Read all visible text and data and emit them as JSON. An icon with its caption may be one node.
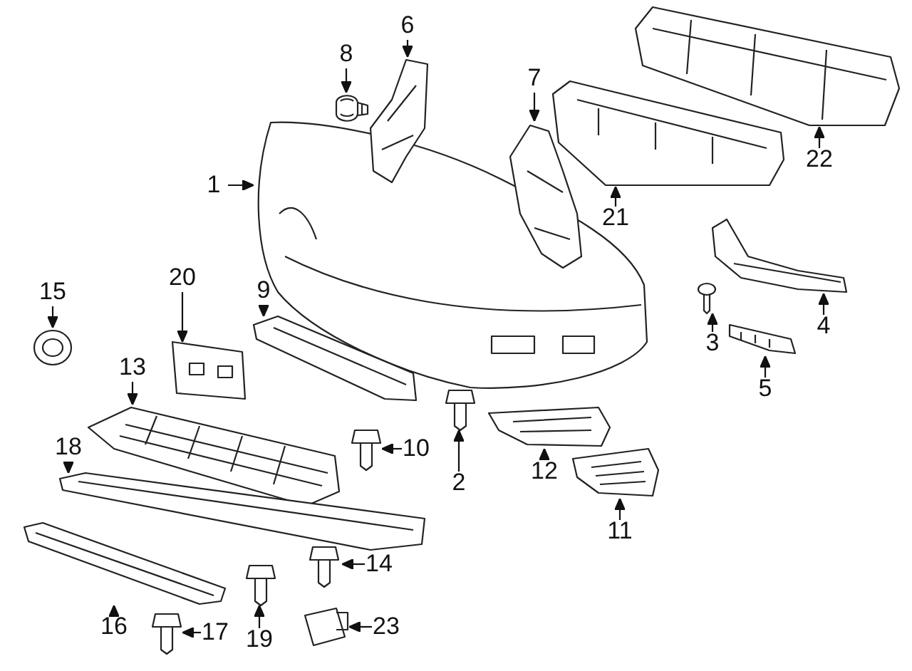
{
  "diagram": {
    "nodes": [
      {
        "text": [
          "1"
        ]
      },
      {
        "text": [],
        "shape": "picture"
      },
      {
        "text": [
          "2"
        ]
      },
      {
        "text": [],
        "shape": "picture"
      },
      {
        "text": [
          "3"
        ]
      },
      {
        "text": [],
        "shape": "picture"
      },
      {
        "text": [
          "4"
        ]
      },
      {
        "text": [],
        "shape": "picture"
      },
      {
        "text": [
          "5"
        ]
      },
      {
        "text": [],
        "shape": "picture"
      },
      {
        "text": [
          "6"
        ]
      },
      {
        "text": [],
        "shape": "picture"
      },
      {
        "text": [
          "7"
        ]
      },
      {
        "text": [],
        "shape": "picture"
      },
      {
        "text": [
          "8"
        ]
      },
      {
        "text": [],
        "shape": "picture"
      },
      {
        "text": [
          "9"
        ]
      },
      {
        "text": [],
        "shape": "picture"
      },
      {
        "text": [
          "10"
        ]
      },
      {
        "text": [],
        "shape": "picture"
      },
      {
        "text": [
          "11"
        ]
      },
      {
        "text": [],
        "shape": "picture"
      },
      {
        "text": [
          "12"
        ]
      },
      {
        "text": [],
        "shape": "picture"
      },
      {
        "text": [
          "13"
        ]
      },
      {
        "text": [],
        "shape": "picture"
      },
      {
        "text": [
          "14"
        ]
      },
      {
        "text": [],
        "shape": "picture"
      },
      {
        "text": [
          "15"
        ]
      },
      {
        "text": [],
        "shape": "picture"
      },
      {
        "text": [
          "16"
        ]
      },
      {
        "text": [],
        "shape": "picture"
      },
      {
        "text": [
          "17"
        ]
      },
      {
        "text": [],
        "shape": "picture"
      },
      {
        "text": [
          "18"
        ]
      },
      {
        "text": [],
        "shape": "picture"
      },
      {
        "text": [
          "19"
        ]
      },
      {
        "text": [],
        "shape": "picture"
      },
      {
        "text": [
          "20"
        ]
      },
      {
        "text": [],
        "shape": "picture"
      },
      {
        "text": [
          "21"
        ]
      },
      {
        "text": [],
        "shape": "picture"
      },
      {
        "text": [
          "22"
        ]
      },
      {
        "text": [],
        "shape": "picture"
      },
      {
        "text": [
          "23"
        ]
      },
      {
        "text": [],
        "shape": "picture"
      }
    ],
    "edges": [
      {
        "from": 0,
        "to": 1,
        "arrow": "to"
      },
      {
        "from": 2,
        "to": 3,
        "arrow": "to"
      },
      {
        "from": 4,
        "to": 5,
        "arrow": "to"
      },
      {
        "from": 6,
        "to": 7,
        "arrow": "to"
      },
      {
        "from": 8,
        "to": 9,
        "arrow": "to"
      },
      {
        "from": 10,
        "to": 11,
        "arrow": "to"
      },
      {
        "from": 12,
        "to": 13,
        "arrow": "to"
      },
      {
        "from": 14,
        "to": 15,
        "arrow": "to"
      },
      {
        "from": 16,
        "to": 17,
        "arrow": "to"
      },
      {
        "from": 18,
        "to": 19,
        "arrow": "to"
      },
      {
        "from": 20,
        "to": 21,
        "arrow": "to"
      },
      {
        "from": 22,
        "to": 23,
        "arrow": "to"
      },
      {
        "from": 24,
        "to": 25,
        "arrow": "to"
      },
      {
        "from": 26,
        "to": 27,
        "arrow": "to"
      },
      {
        "from": 28,
        "to": 29,
        "arrow": "to"
      },
      {
        "from": 30,
        "to": 31,
        "arrow": "to"
      },
      {
        "from": 32,
        "to": 33,
        "arrow": "to"
      },
      {
        "from": 34,
        "to": 35,
        "arrow": "to"
      },
      {
        "from": 36,
        "to": 37,
        "arrow": "to"
      },
      {
        "from": 38,
        "to": 39,
        "arrow": "to"
      },
      {
        "from": 40,
        "to": 41,
        "arrow": "to"
      },
      {
        "from": 42,
        "to": 43,
        "arrow": "to"
      },
      {
        "from": 44,
        "to": 45,
        "arrow": "to"
      }
    ]
  }
}
